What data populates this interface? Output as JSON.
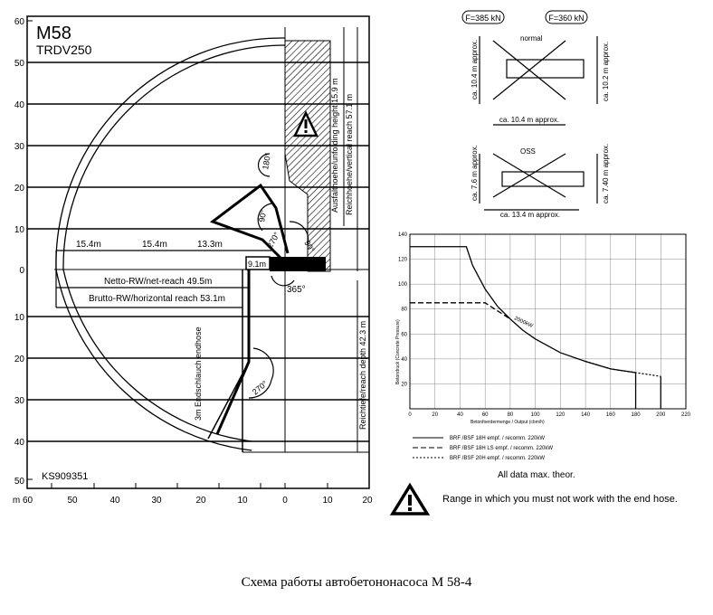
{
  "main_diagram": {
    "model": "M58",
    "subtitle": "TRDV250",
    "drawing_no": "KS909351",
    "y_ticks": [
      "60",
      "50",
      "40",
      "30",
      "20",
      "10",
      "0",
      "10",
      "20",
      "30",
      "40",
      "50"
    ],
    "x_ticks": [
      "m 60",
      "50",
      "40",
      "30",
      "20",
      "10",
      "0",
      "10",
      "20"
    ],
    "segments": [
      "15.4m",
      "15.4m",
      "13.3m",
      "9.1m"
    ],
    "net_reach": "Netto-RW/net-reach 49.5m",
    "horizontal_reach": "Brutto-RW/horizontal reach 53.1m",
    "unfolding_height": "Ausfalthoehe/unfolding height 15.9 m",
    "vertical_reach": "Reichhoehe/vertical reach 57.1 m",
    "reach_depth": "Reichtiefe/reach depth 42.3 m",
    "end_hose": "3m Endschlauch endhose",
    "angles": [
      "180°",
      "90°",
      "270°",
      "90°",
      "270°",
      "365°"
    ]
  },
  "outriggers": {
    "force_left": "F=385 kN",
    "force_right": "F=360 kN",
    "normal_label": "normal",
    "normal_front_width": "ca. 10.4 m approx.",
    "normal_length": "ca. 10.4 m approx.",
    "normal_rear_width": "ca. 10.2 m approx.",
    "oss_label": "OSS",
    "oss_front_width": "ca. 7.6 m approx.",
    "oss_length": "ca. 13.4 m approx.",
    "oss_rear_width": "ca. 7.40 m approx."
  },
  "pump_chart": {
    "y_ticks": [
      "140",
      "120",
      "100",
      "80",
      "60",
      "40",
      "20"
    ],
    "x_ticks": [
      "0",
      "20",
      "40",
      "60",
      "80",
      "100",
      "120",
      "140",
      "160",
      "180",
      "200",
      "220"
    ],
    "ylabel": "Betondruck (Concrete Pressure)",
    "xlabel": "Betonfoerdermenge / Output (cbm/h)",
    "curve_label": "2000kW",
    "legend": [
      "BRF /BSF 18H    empf. / recomm. 220kW",
      "BRF /BSF 18H LS  empf. / recomm. 220kW",
      "BRF /BSF 20H    empf. / recomm. 220kW"
    ]
  },
  "chart_data": {
    "type": "line",
    "xlabel": "Betonfoerdermenge / Output (cbm/h)",
    "ylabel": "Betondruck (Concrete Pressure)",
    "xlim": [
      0,
      220
    ],
    "ylim": [
      0,
      140
    ],
    "series": [
      {
        "name": "BRF /BSF 18H",
        "x": [
          0,
          45,
          50,
          60,
          70,
          80,
          90,
          100,
          120,
          140,
          160,
          180
        ],
        "y": [
          130,
          130,
          115,
          96,
          82,
          72,
          63,
          56,
          45,
          38,
          32,
          29
        ]
      },
      {
        "name": "BRF /BSF 18H LS",
        "x": [
          0,
          60,
          80
        ],
        "y": [
          85,
          85,
          72
        ]
      },
      {
        "name": "BRF /BSF 20H",
        "x": [
          140,
          160,
          180,
          200
        ],
        "y": [
          38,
          32,
          29,
          26
        ]
      }
    ]
  },
  "notes": {
    "all_data": "All data max. theor.",
    "warning": "Range in which you must not work with the end hose."
  },
  "caption": "Схема работы автобетононасоса М 58-4"
}
